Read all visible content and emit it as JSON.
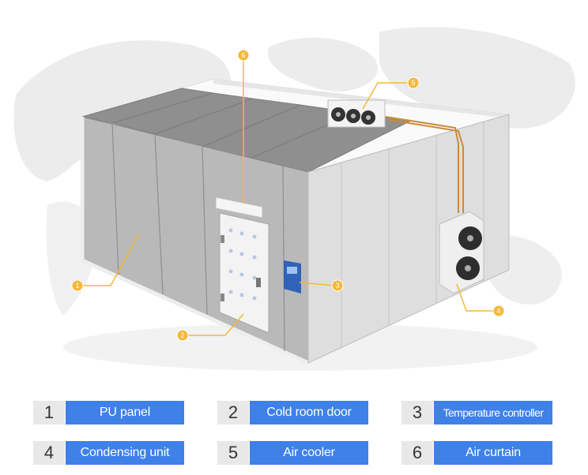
{
  "colors": {
    "accent_blue": "#3f80e9",
    "callout_orange": "#f5b83c",
    "panel_grey": "#c4c4c4",
    "map_grey": "#ececec"
  },
  "icons": [
    "fan-icon",
    "controller-icon",
    "door-handle-icon"
  ],
  "callouts": [
    {
      "number": "1"
    },
    {
      "number": "2"
    },
    {
      "number": "3"
    },
    {
      "number": "4"
    },
    {
      "number": "5"
    },
    {
      "number": "6"
    }
  ],
  "legend": [
    {
      "number": "1",
      "label": "PU panel"
    },
    {
      "number": "2",
      "label": "Cold room door"
    },
    {
      "number": "3",
      "label": "Temperature controller"
    },
    {
      "number": "4",
      "label": "Condensing unit"
    },
    {
      "number": "5",
      "label": "Air cooler"
    },
    {
      "number": "6",
      "label": "Air curtain"
    }
  ]
}
